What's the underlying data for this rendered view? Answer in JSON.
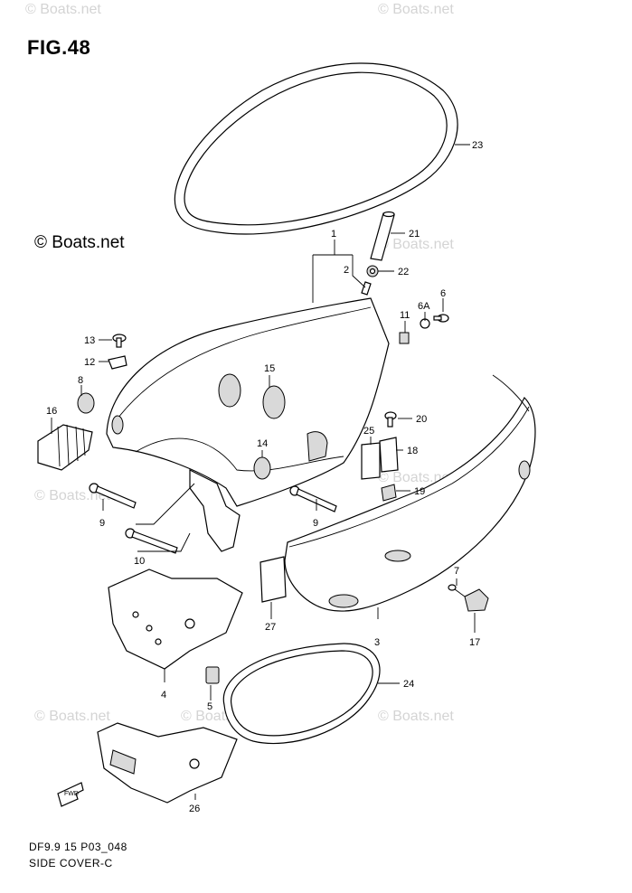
{
  "figure": {
    "title": "FIG.48"
  },
  "watermarks": [
    "© Boats.net",
    "© Boats.net",
    "© Boats.net",
    "© Boats.net",
    "© Boats.net",
    "© Boats.net",
    "© Boats.net",
    "© Boats.net"
  ],
  "main_watermark": "© Boats.net",
  "footer": {
    "code": "DF9.9 15 P03_048",
    "name": "SIDE COVER-C"
  },
  "fwd_label": "FWD",
  "callouts": [
    "1",
    "2",
    "3",
    "4",
    "5",
    "6",
    "6A",
    "7",
    "8",
    "9",
    "9",
    "10",
    "11",
    "12",
    "13",
    "14",
    "15",
    "16",
    "17",
    "18",
    "19",
    "20",
    "21",
    "22",
    "23",
    "24",
    "25",
    "26",
    "27"
  ]
}
